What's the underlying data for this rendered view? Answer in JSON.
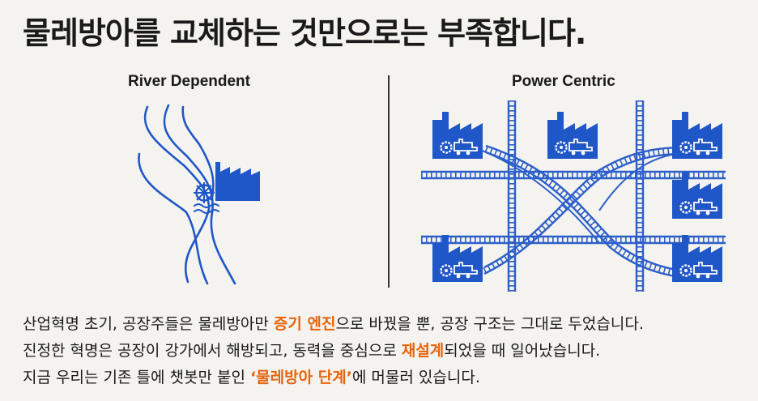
{
  "title": "물레방아를 교체하는 것만으로는 부족합니다.",
  "left_panel": {
    "title": "River Dependent"
  },
  "right_panel": {
    "title": "Power Centric"
  },
  "caption": {
    "line1": {
      "a": "산업혁명 초기, 공장주들은 물레방아만 ",
      "hl": "증기 엔진",
      "b": "으로 바꿨을 뿐, 공장 구조는 그대로 두었습니다."
    },
    "line2": {
      "a": "진정한 혁명은 공장이 강가에서 해방되고, 동력을 중심으로 ",
      "hl": "재설계",
      "b": "되었을 때 일어났습니다."
    },
    "line3": {
      "a": "지금 우리는 기존 틀에 챗봇만 붙인 ",
      "hl": "‘물레방아 단계’",
      "b": "에 머물러 있습니다."
    }
  },
  "colors": {
    "accent": "#e8640c",
    "blue": "#1f56c8"
  }
}
